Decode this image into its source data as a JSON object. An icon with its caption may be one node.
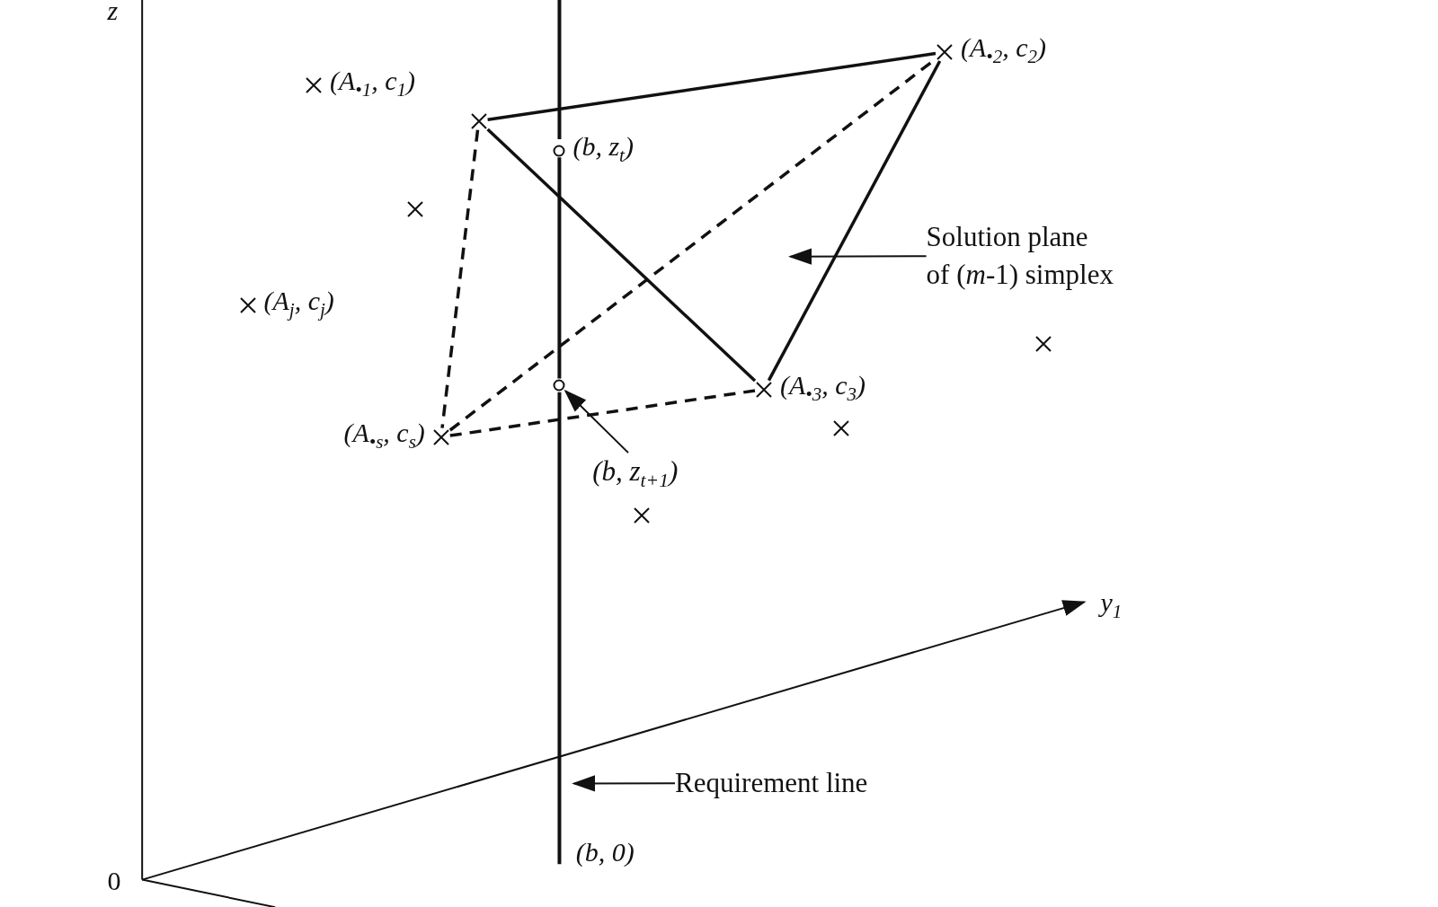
{
  "diagram": {
    "nodes": [
      {
        "text": [
          "(A$_{•2}$, c$_{2}$)"
        ]
      },
      {
        "text": [
          "(A$_{•1}$, c$_{1}$)"
        ]
      },
      {
        "text": [],
        "shape": "cross"
      },
      {
        "text": [
          "(b, z$_{t}$)"
        ]
      },
      {
        "text": [],
        "shape": "cross"
      },
      {
        "text": [
          "Solution plane of (*m*-1) simplex"
        ]
      },
      {
        "text": [
          "(A$_{j}$, c$_{j}$)"
        ]
      },
      {
        "text": [],
        "shape": "cross"
      },
      {
        "text": [
          "(A$_{•3}$, c$_{3}$)"
        ]
      },
      {
        "text": [],
        "shape": "circle"
      },
      {
        "text": [
          "(A$_{•s}$, c$_{s}$)"
        ]
      },
      {
        "text": [],
        "shape": "cross"
      },
      {
        "text": [
          "(b, z$_{t+1}$)"
        ]
      },
      {
        "text": [],
        "shape": "cross"
      },
      {
        "text": [
          "Requirement line"
        ]
      }
    ],
    "edges": [
      {
        "from": 2,
        "to": 0,
        "arrow": "none"
      },
      {
        "from": 0,
        "to": 8,
        "arrow": "none"
      },
      {
        "from": 2,
        "to": 8,
        "arrow": "none"
      },
      {
        "from": 2,
        "to": 10,
        "arrow": "none",
        "style": "dashed"
      },
      {
        "from": 10,
        "to": 0,
        "arrow": "none",
        "style": "dashed"
      },
      {
        "from": 10,
        "to": 8,
        "arrow": "none",
        "style": "dashed"
      },
      {
        "from": 12,
        "to": 9,
        "arrow": "to"
      },
      {
        "from": 5,
        "to": null,
        "arrow": "to"
      },
      {
        "from": 14,
        "to": null,
        "arrow": "to"
      },
      {
        "from": 3,
        "to": 9,
        "arrow": "none"
      }
    ],
    "labels": [
      "z",
      "y$_{1}$",
      "(b, 0)",
      "0"
    ]
  }
}
